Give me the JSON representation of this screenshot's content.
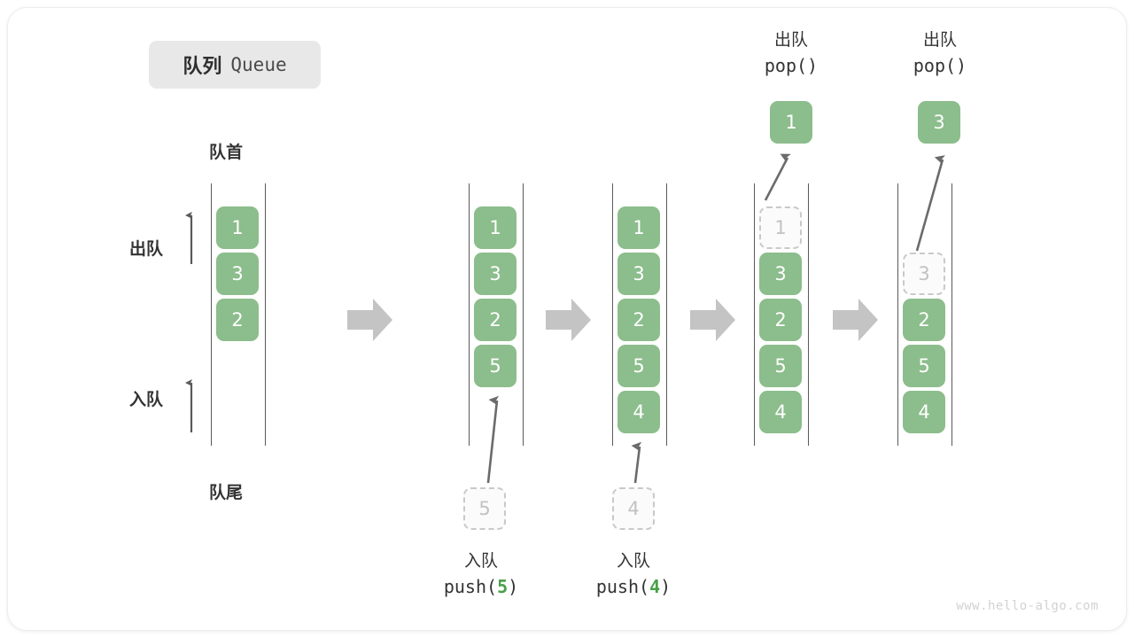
{
  "title": {
    "cn": "队列",
    "en": "Queue"
  },
  "labels": {
    "head": "队首",
    "tail": "队尾",
    "dequeue": "出队",
    "enqueue": "入队"
  },
  "watermark": "www.hello-algo.com",
  "colors": {
    "cell_fill": "#8cbd8c",
    "cell_text": "#ffffff",
    "ghost_border": "#c9c9c9",
    "ghost_text": "#c2c2c2",
    "rail": "#5a5a5a",
    "arrow_gray": "#c4c4c4",
    "accent_green": "#49a049",
    "badge_bg": "#e8e8e8"
  },
  "chart_data": {
    "type": "diagram",
    "title": "队列 Queue",
    "description": "Queue operation sequence: initial state, two push operations, then two pop operations.",
    "stages": [
      {
        "id": "stage-initial",
        "caption": null,
        "cells": [
          "1",
          "3",
          "2"
        ],
        "ghost_index": null,
        "result": null
      },
      {
        "id": "stage-push-5",
        "caption": {
          "cn": "入队",
          "code": "push(5)",
          "num": "5"
        },
        "cells": [
          "1",
          "3",
          "2",
          "5"
        ],
        "incoming": "5",
        "ghost_index": null,
        "result": null
      },
      {
        "id": "stage-push-4",
        "caption": {
          "cn": "入队",
          "code": "push(4)",
          "num": "4"
        },
        "cells": [
          "1",
          "3",
          "2",
          "5",
          "4"
        ],
        "incoming": "4",
        "ghost_index": null,
        "result": null
      },
      {
        "id": "stage-pop-1",
        "caption": {
          "cn": "出队",
          "code": "pop()"
        },
        "cells": [
          "1",
          "3",
          "2",
          "5",
          "4"
        ],
        "ghost_index": 0,
        "result": "1"
      },
      {
        "id": "stage-pop-3",
        "caption": {
          "cn": "出队",
          "code": "pop()"
        },
        "cells": [
          "3",
          "2",
          "5",
          "4"
        ],
        "ghost_index": 0,
        "result": "3"
      }
    ],
    "arrows_between_stages": 4,
    "axis_labels": {
      "top": "队首",
      "bottom": "队尾"
    },
    "direction_labels": [
      {
        "text": "出队",
        "direction": "up"
      },
      {
        "text": "入队",
        "direction": "up"
      }
    ]
  }
}
